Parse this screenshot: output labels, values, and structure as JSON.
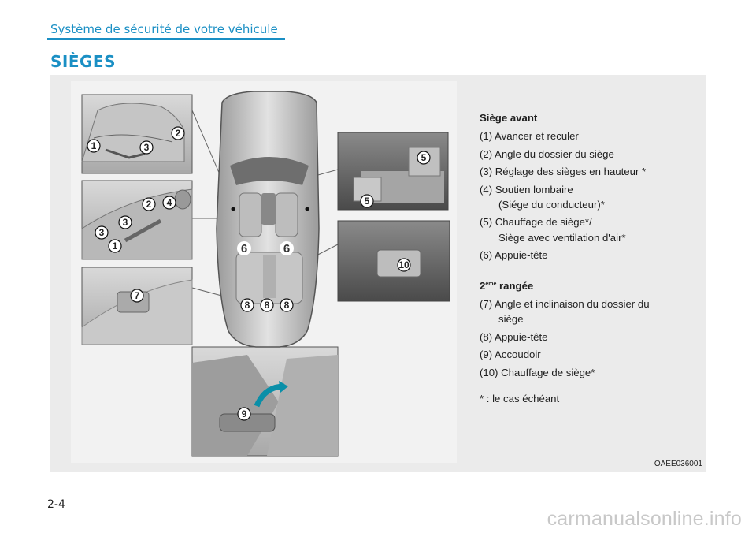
{
  "header": {
    "section": "Système de sécurité de votre véhicule",
    "title": "SIÈGES"
  },
  "figure": {
    "code": "OAEE036001",
    "callouts": {
      "p1": [
        "1",
        "2",
        "3"
      ],
      "p2": [
        "1",
        "2",
        "3",
        "3",
        "4"
      ],
      "p3": [
        "7"
      ],
      "p4": [
        "9"
      ],
      "p5": [
        "5",
        "5"
      ],
      "p6": [
        "10"
      ],
      "car": [
        "6",
        "6",
        "8",
        "8",
        "8"
      ]
    }
  },
  "legend": {
    "front_heading": "Siège avant",
    "front_items": [
      "(1) Avancer et reculer",
      "(2) Angle du dossier du siège",
      "(3) Réglage des sièges en hauteur *",
      "(4) Soutien lombaire\n(Siége du conducteur)*",
      "(5) Chauffage de siège*/\nSiège avec ventilation d'air*",
      "(6) Appuie-tête"
    ],
    "rear_heading_num": "2",
    "rear_heading_sup": "ème",
    "rear_heading_text": " rangée",
    "rear_items": [
      "(7) Angle et inclinaison du dossier du\nsiège",
      "(8) Appuie-tête",
      "(9) Accoudoir",
      "(10) Chauffage de siège*"
    ],
    "footnote": "* : le cas échéant"
  },
  "page_number": "2-4",
  "watermark": "carmanualsonline.info"
}
